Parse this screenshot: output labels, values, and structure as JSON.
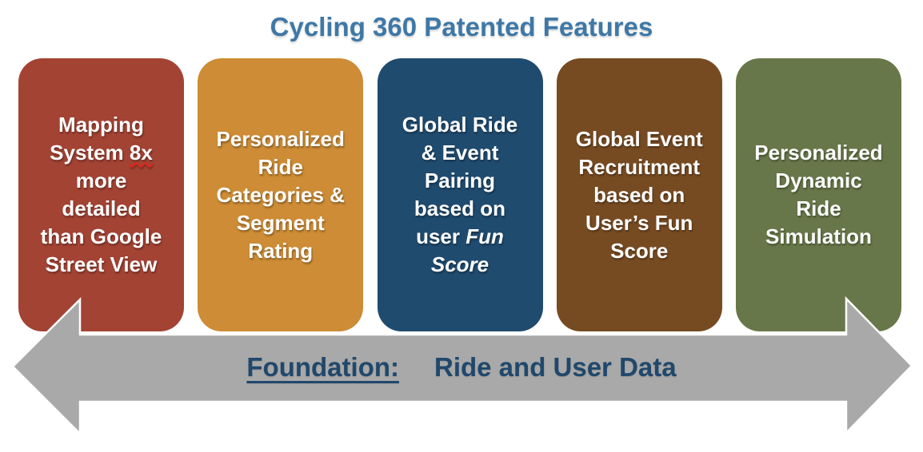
{
  "title": {
    "text": "Cycling 360 Patented Features",
    "color": "#3E78A7"
  },
  "cards": [
    {
      "name": "mapping-system",
      "color": "#A34334",
      "text_pre": "Mapping\nSystem ",
      "text_squiggle": "8x",
      "text_post": "\nmore\ndetailed\nthan Google\nStreet View"
    },
    {
      "name": "ride-categories",
      "color": "#CD8C35",
      "text": "Personalized\nRide\nCategories &\nSegment\nRating"
    },
    {
      "name": "ride-event-pairing",
      "color": "#1F4B6F",
      "text_pre": "Global Ride\n& Event\nPairing\nbased on\nuser ",
      "text_italic": "Fun\nScore"
    },
    {
      "name": "event-recruitment",
      "color": "#774B22",
      "text": "Global Event\nRecruitment\nbased on\nUser’s Fun\nScore"
    },
    {
      "name": "dynamic-ride-simulation",
      "color": "#687749",
      "text": "Personalized\nDynamic\nRide\nSimulation"
    }
  ],
  "foundation": {
    "label": "Foundation:",
    "text": "Ride and User Data",
    "text_color": "#20486C",
    "arrow_color": "#A9A9A9"
  }
}
